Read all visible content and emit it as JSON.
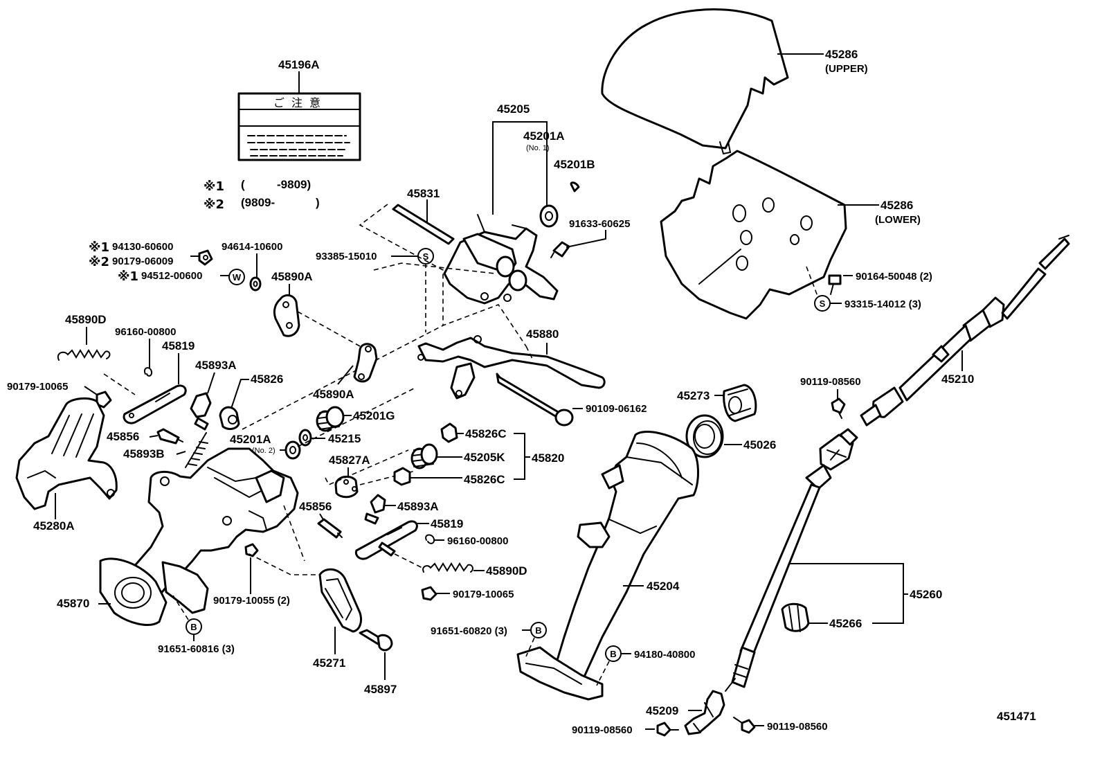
{
  "caution_label": {
    "part_no": "45196A",
    "heading": "ご注意"
  },
  "notes": [
    {
      "mark": "※1",
      "open": "(",
      "range": "-9809)"
    },
    {
      "mark": "※2",
      "open": "(9809-",
      "range": ")"
    }
  ],
  "circle_symbols": {
    "S": "S",
    "W": "W",
    "B": "B"
  },
  "parts": {
    "p45286_upper": "45286",
    "p45286_upper_note": "(UPPER)",
    "p45286_lower": "45286",
    "p45286_lower_note": "(LOWER)",
    "p90164": "90164-50048 (2)",
    "p93315": "93315-14012 (3)",
    "p45205": "45205",
    "p45201A": "45201A",
    "p45201A_no1": "(No. 1)",
    "p45201B": "45201B",
    "p91633": "91633-60625",
    "p45831": "45831",
    "p93385": "93385-15010",
    "p94130_mark": "※1",
    "p94130": "94130-60600",
    "p90179_06009_mark": "※2",
    "p90179_06009": "90179-06009",
    "p94614": "94614-10600",
    "p94512_mark": "※1",
    "p94512": "94512-00600",
    "p45890A_1": "45890A",
    "p45890D_1": "45890D",
    "p96160_1": "96160-00800",
    "p45819_1": "45819",
    "p45893A_1": "45893A",
    "p45826": "45826",
    "p90179_10065_1": "90179-10065",
    "p45856_1": "45856",
    "p45893B": "45893B",
    "p45890A_2": "45890A",
    "p45201G": "45201G",
    "p45880": "45880",
    "p45215": "45215",
    "p45201A_2": "45201A",
    "p45201A_no2": "(No. 2)",
    "p45827A": "45827A",
    "p90109": "90109-06162",
    "p45826C_1": "45826C",
    "p45205K": "45205K",
    "p45820": "45820",
    "p45826C_2": "45826C",
    "p45273": "45273",
    "p45026": "45026",
    "p45280A": "45280A",
    "p45856_2": "45856",
    "p45893A_2": "45893A",
    "p45819_2": "45819",
    "p96160_2": "96160-00800",
    "p45890D_2": "45890D",
    "p90179_10065_2": "90179-10065",
    "p45870": "45870",
    "p90179_10055": "90179-10055 (2)",
    "p91651_60816": "91651-60816 (3)",
    "p45271": "45271",
    "p45897": "45897",
    "p45204": "45204",
    "p91651_60820": "91651-60820 (3)",
    "p94180": "94180-40800",
    "p45209": "45209",
    "p90119_a": "90119-08560",
    "p90119_b": "90119-08560",
    "p90119_c": "90119-08560",
    "p45210": "45210",
    "p45260": "45260",
    "p45266": "45266",
    "diagram_no": "451471"
  }
}
